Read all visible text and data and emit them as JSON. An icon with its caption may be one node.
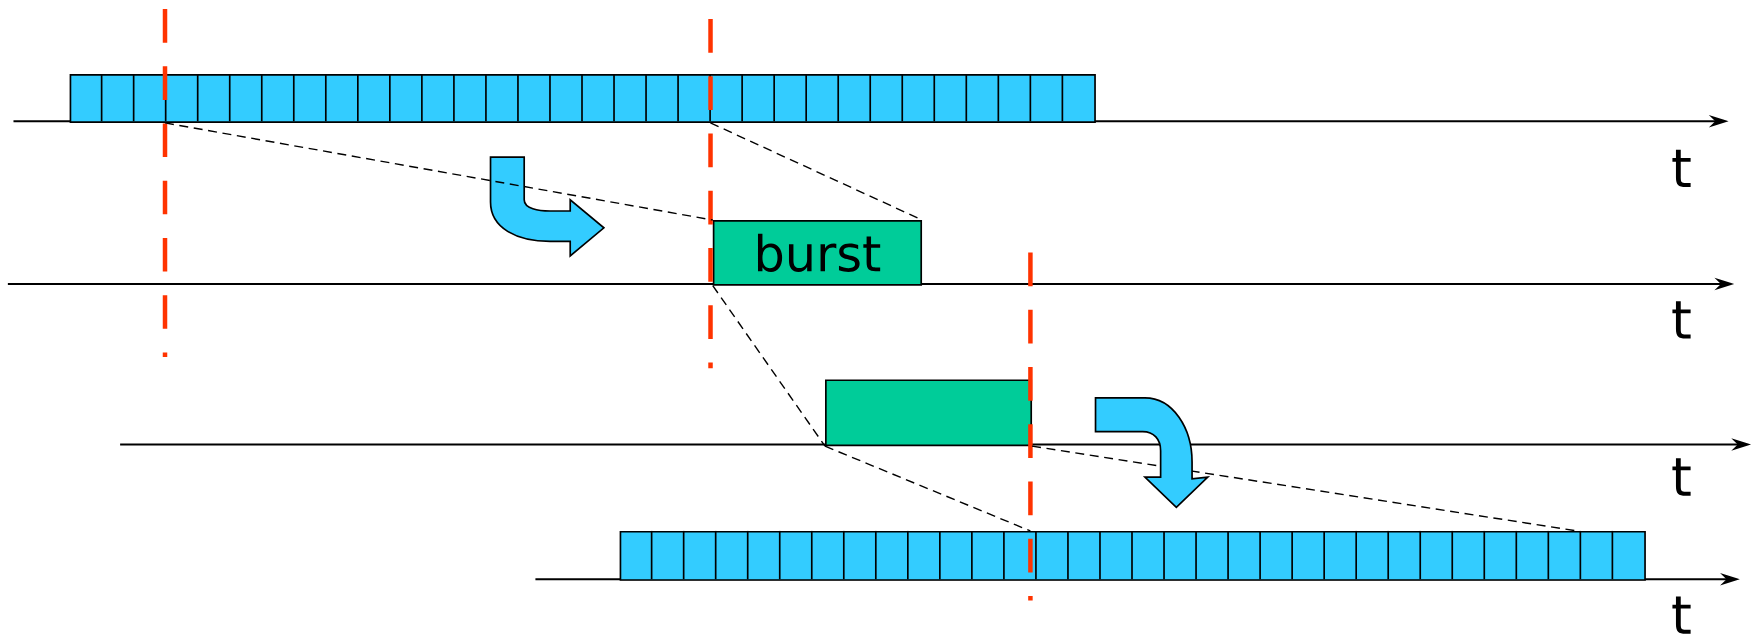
{
  "diagram": {
    "nodes": [
      {
        "text": [],
        "shape": "bar"
      },
      {
        "text": [
          "burst"
        ]
      },
      {
        "text": [],
        "shape": "box"
      },
      {
        "text": [],
        "shape": "bar"
      }
    ],
    "edges": [
      {
        "from": 0,
        "to": 1,
        "arrow": "none",
        "style": "dashed"
      },
      {
        "from": 0,
        "to": 1,
        "arrow": "none",
        "style": "dashed"
      },
      {
        "from": 1,
        "to": 2,
        "arrow": "none",
        "style": "dashed"
      },
      {
        "from": 2,
        "to": 3,
        "arrow": "none",
        "style": "dashed"
      },
      {
        "from": 2,
        "to": 3,
        "arrow": "none",
        "style": "dashed"
      },
      {
        "from": 2,
        "to": 3,
        "arrow": "to",
        "style": "thick"
      }
    ],
    "labels": [
      "t",
      "t",
      "t",
      "t"
    ]
  }
}
